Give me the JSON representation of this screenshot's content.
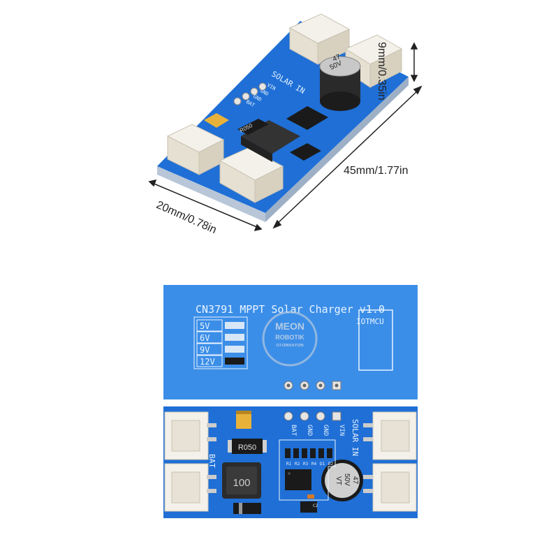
{
  "dimensions": {
    "height": "9mm/0.35in",
    "length": "45mm/1.77in",
    "width": "20mm/0.78in"
  },
  "top_board": {
    "labels": {
      "solar_in": "SOLAR IN",
      "vin": "VIN",
      "gnd1": "GND",
      "gnd2": "GND",
      "bat": "BAT",
      "resistor": "R050",
      "capacitor_value": "47",
      "capacitor_voltage": "50V"
    }
  },
  "back_board": {
    "title": "CN3791 MPPT Solar Charger v1.0",
    "brand": "IOTMCU",
    "voltage_options": [
      "5V",
      "6V",
      "9V",
      "12V"
    ],
    "selected_option": "12V",
    "watermark": [
      "MEON",
      "ROBOTIK",
      "OTOMASYON"
    ]
  },
  "front_board": {
    "resistor": "R050",
    "inductor": "100",
    "pin_labels": [
      "BAT",
      "GND",
      "GND",
      "VIN"
    ],
    "solar_label": "SOLAR IN",
    "bat_label": "BAT",
    "capacitor_value": "47",
    "capacitor_voltage": "50V",
    "capacitor_type": "VT",
    "component_labels": [
      "R1",
      "R2",
      "R3",
      "R4",
      "D1",
      "D2",
      "C2"
    ]
  },
  "colors": {
    "pcb_blue": "#1f6fd6",
    "pcb_blue_light": "#3b8ee8",
    "connector_white": "#f4f1ea",
    "silk_white": "#e8f4ff"
  }
}
